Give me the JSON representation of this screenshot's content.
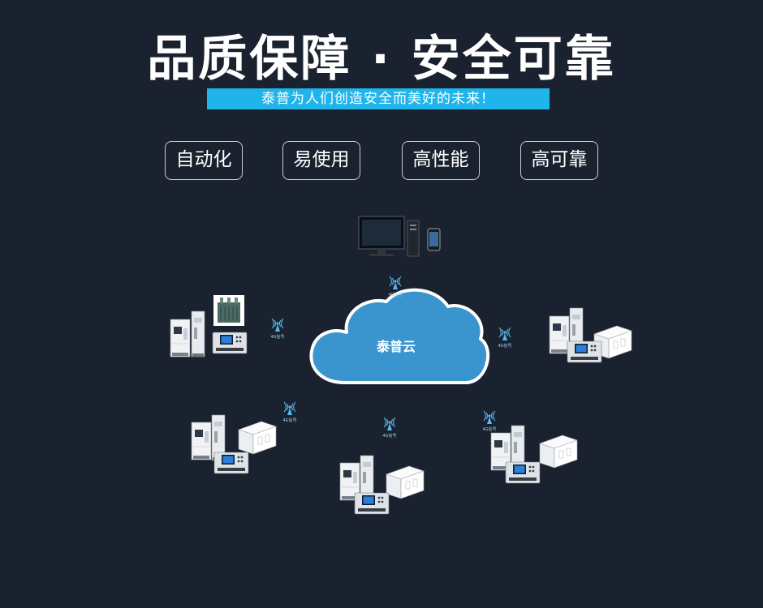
{
  "header": {
    "title": "品质保障 · 安全可靠",
    "slogan": "泰普为人们创造安全而美好的未来！"
  },
  "features": [
    "自动化",
    "易使用",
    "高性能",
    "高可靠"
  ],
  "cloud": {
    "label": "泰普云"
  },
  "signal_label": "4G信号",
  "colors": {
    "background": "#1b222f",
    "accent": "#1fb5ea",
    "cloud_fill": "#3a95cf"
  },
  "icons": {
    "monitor": "desktop-computer-icon",
    "phone": "smartphone-icon",
    "signal": "signal-tower-icon",
    "cabinet": "power-cabinet-icon",
    "transformer": "transformer-icon",
    "box": "substation-box-icon",
    "controller": "controller-panel-icon"
  }
}
